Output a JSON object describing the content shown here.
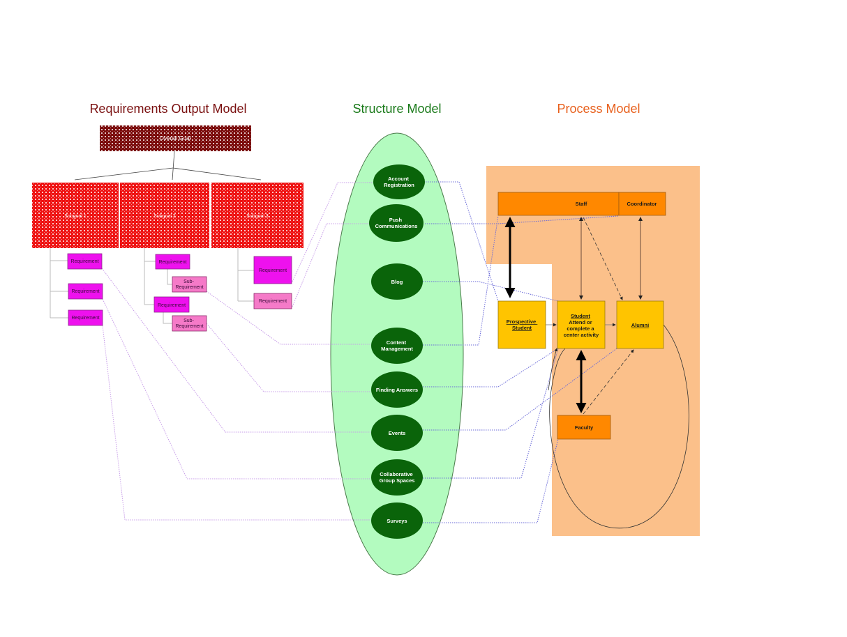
{
  "colors": {
    "req_title": "#7a1010",
    "struct_title": "#1a7a1a",
    "proc_title": "#e8601c",
    "overall_goal": "#7a0a0a",
    "subgoal": "#ee1111",
    "requirement": "#ee11ee",
    "sub_requirement": "#f57ac8",
    "structure_bg": "#b3fbbf",
    "structure_node": "#0a640a",
    "process_bg": "#fbc08a",
    "process_orange": "#ff8800",
    "process_yellow": "#ffc400",
    "link_left": "#c79ce8",
    "link_right": "#6a6ad8"
  },
  "requirements_model": {
    "title": "Requirements Output Model",
    "overall_goal": "Overall Goal",
    "subgoals": [
      {
        "label": "Subgoal 1",
        "requirements": [
          {
            "label": "Requirement",
            "kind": "requirement"
          },
          {
            "label": "Requirement",
            "kind": "requirement"
          },
          {
            "label": "Requirement",
            "kind": "requirement"
          }
        ]
      },
      {
        "label": "Subgoal 2",
        "requirements": [
          {
            "label": "Requirement",
            "kind": "requirement"
          },
          {
            "label": "Sub-Requirement",
            "kind": "sub"
          },
          {
            "label": "Requirement",
            "kind": "requirement"
          },
          {
            "label": "Sub-Requirement",
            "kind": "sub"
          }
        ]
      },
      {
        "label": "Subgoal 3",
        "requirements": [
          {
            "label": "Requirement",
            "kind": "requirement"
          },
          {
            "label": "Requirement",
            "kind": "sub"
          }
        ]
      }
    ]
  },
  "structure_model": {
    "title": "Structure Model",
    "nodes": [
      {
        "lines": [
          "Account",
          "Registration"
        ]
      },
      {
        "lines": [
          "Push",
          "Communications"
        ]
      },
      {
        "lines": [
          "Blog"
        ]
      },
      {
        "lines": [
          "Content",
          "Management"
        ]
      },
      {
        "lines": [
          "Finding Answers"
        ]
      },
      {
        "lines": [
          "Events"
        ]
      },
      {
        "lines": [
          "Collaborative",
          "Group Spaces"
        ]
      },
      {
        "lines": [
          "Surveys"
        ]
      }
    ]
  },
  "process_model": {
    "title": "Process Model",
    "staff": "Staff",
    "coordinator": "Coordinator",
    "prospective_student": [
      "Prospective",
      "Student"
    ],
    "student": {
      "title": "Student",
      "lines": [
        "Attend or",
        "complete a",
        "center activity"
      ]
    },
    "alumni": "Alumni",
    "faculty": "Faculty"
  }
}
